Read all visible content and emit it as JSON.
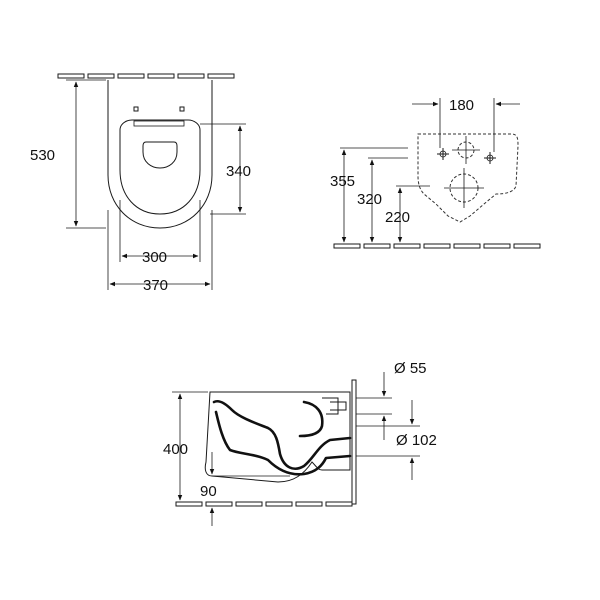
{
  "top_view": {
    "overall_depth": "530",
    "seat_depth": "340",
    "inner_width": "300",
    "outer_width": "370"
  },
  "back_view": {
    "hole_spacing": "180",
    "height_upper": "355",
    "height_mid": "320",
    "height_lower": "220"
  },
  "side_view": {
    "height": "400",
    "bottom_offset": "90",
    "inlet_diameter": "Ø 55",
    "outlet_diameter": "Ø 102"
  },
  "colors": {
    "ink": "#111111",
    "background": "#ffffff"
  }
}
